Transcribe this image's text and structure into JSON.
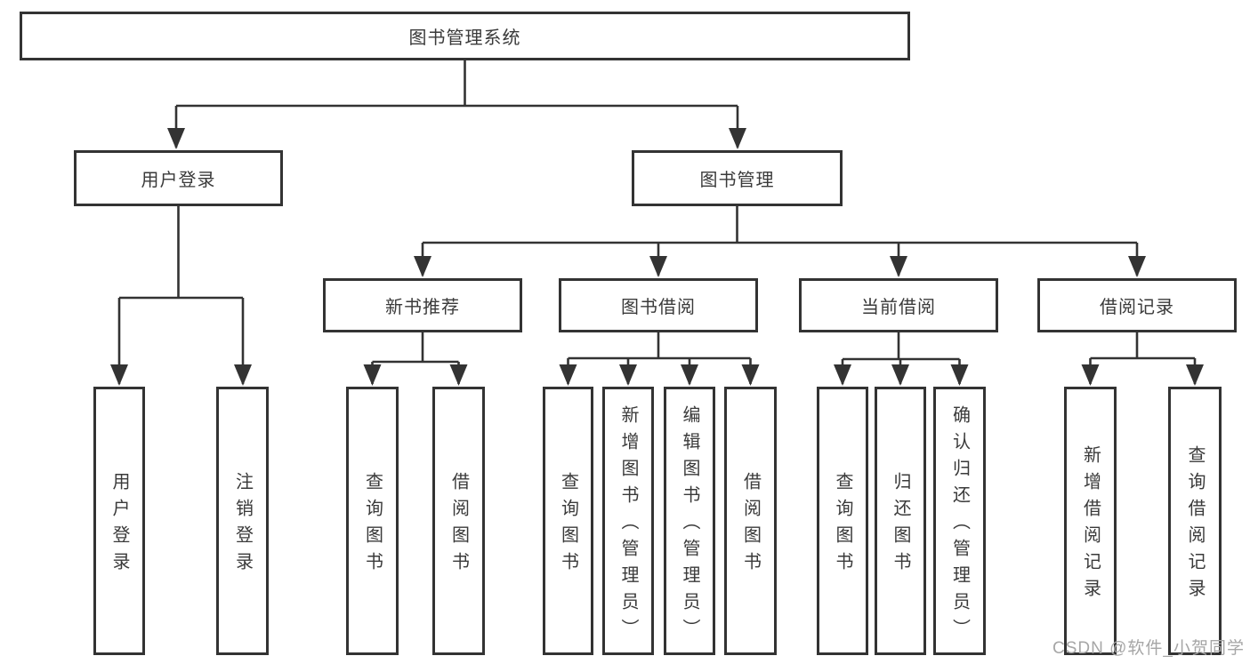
{
  "diagram": {
    "root": {
      "label": "图书管理系统"
    },
    "level2": [
      {
        "label": "用户登录"
      },
      {
        "label": "图书管理"
      }
    ],
    "level3": [
      {
        "label": "新书推荐"
      },
      {
        "label": "图书借阅"
      },
      {
        "label": "当前借阅"
      },
      {
        "label": "借阅记录"
      }
    ],
    "leaves": [
      {
        "label": "用户登录"
      },
      {
        "label": "注销登录"
      },
      {
        "label": "查询图书"
      },
      {
        "label": "借阅图书"
      },
      {
        "label": "查询图书"
      },
      {
        "label": "新增图书（管理员）"
      },
      {
        "label": "编辑图书（管理员）"
      },
      {
        "label": "借阅图书"
      },
      {
        "label": "查询图书"
      },
      {
        "label": "归还图书"
      },
      {
        "label": "确认归还（管理员）"
      },
      {
        "label": "新增借阅记录"
      },
      {
        "label": "查询借阅记录"
      }
    ]
  },
  "watermark": {
    "text": "CSDN @软件_小贺同学"
  },
  "colors": {
    "line": "#333333",
    "text": "#3a3a3a",
    "watermark": "#a6a6a6",
    "background": "#ffffff"
  }
}
